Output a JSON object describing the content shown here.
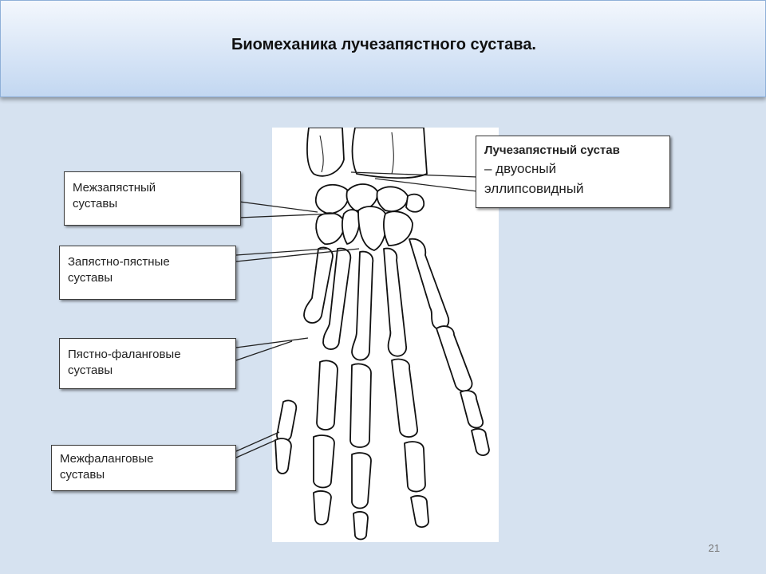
{
  "slide": {
    "title": "Биомеханика лучезапястного сустава.",
    "page_number": "21"
  },
  "labels": {
    "radiocarpal": {
      "line1": "Лучезапястный сустав",
      "line2": "– двуосный",
      "line3": "эллипсовидный"
    },
    "intercarpal": {
      "line1": "Межзапястный",
      "line2": "суставы"
    },
    "carpometacarpal": {
      "line1": "Запястно-пястные",
      "line2": "суставы"
    },
    "metacarpophalangeal": {
      "line1": "Пястно-фаланговые",
      "line2": "суставы"
    },
    "interphalangeal": {
      "line1": "Межфаланговые",
      "line2": "суставы"
    }
  }
}
